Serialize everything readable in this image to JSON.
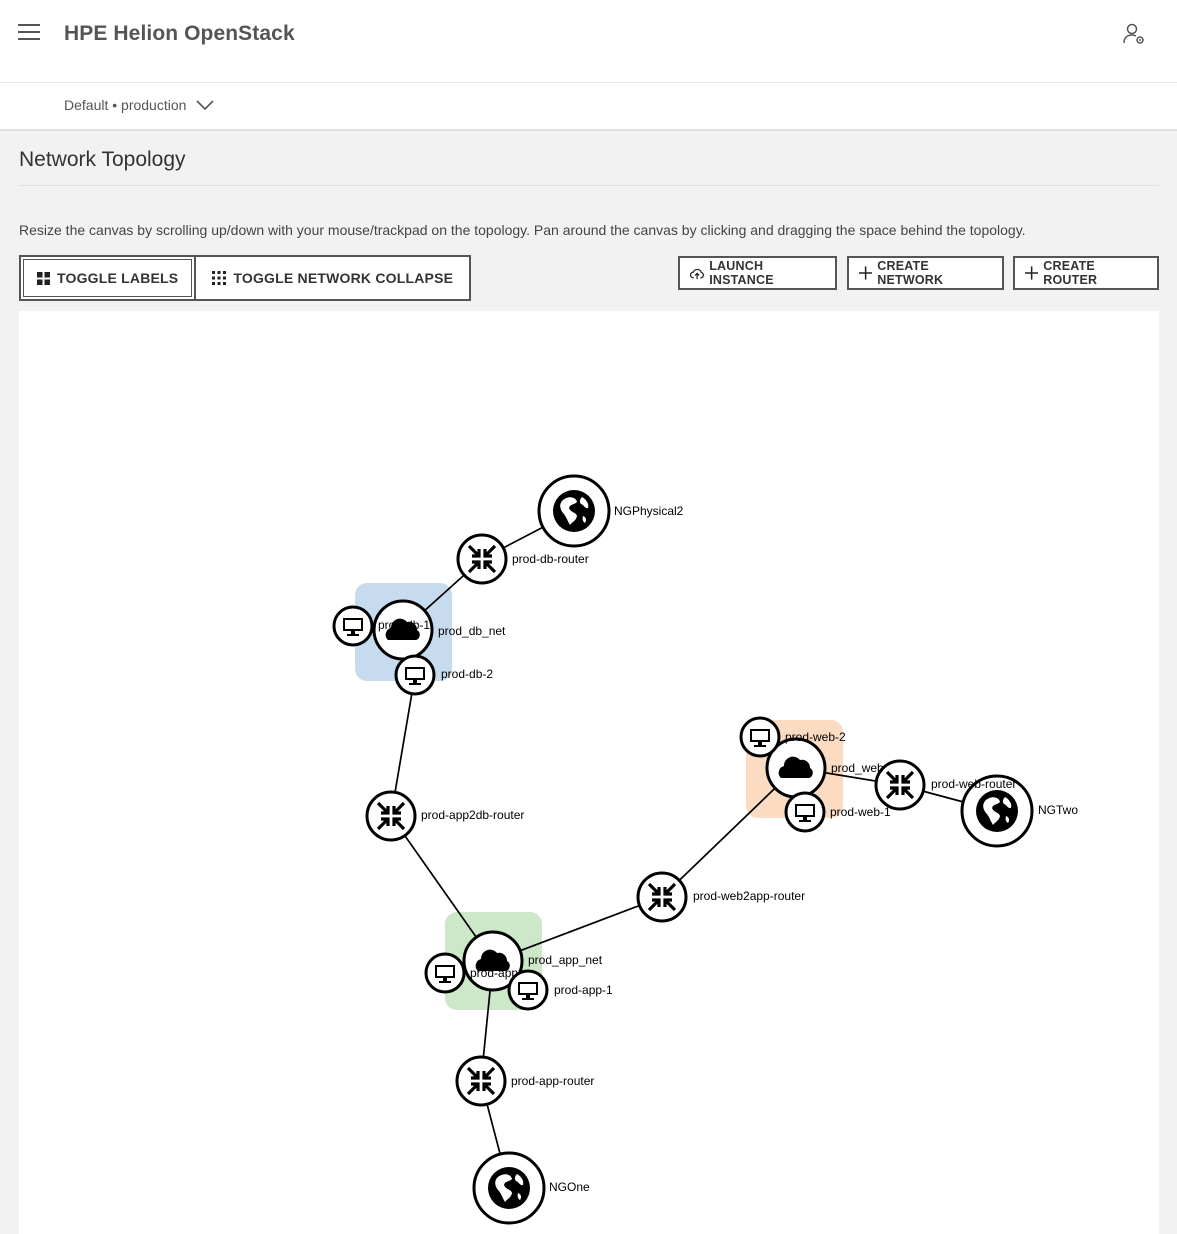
{
  "app": {
    "title": "HPE Helion OpenStack",
    "menu_icon": "hamburger-icon",
    "user_icon": "user-settings-icon"
  },
  "project": {
    "selected": "Default • production"
  },
  "page": {
    "title": "Network Topology",
    "help": "Resize the canvas by scrolling up/down with your mouse/trackpad on the topology. Pan around the canvas by clicking and dragging the space behind the topology."
  },
  "toolbar": {
    "toggle_labels": "TOGGLE LABELS",
    "toggle_collapse": "TOGGLE NETWORK COLLAPSE",
    "launch_instance": "LAUNCH INSTANCE",
    "create_network": "CREATE NETWORK",
    "create_router": "CREATE ROUTER"
  },
  "topology": {
    "external_networks": {
      "ngphysical2": "NGPhysical2",
      "ngtwo": "NGTwo",
      "ngone": "NGOne"
    },
    "routers": {
      "db": "prod-db-router",
      "app2db": "prod-app2db-router",
      "web2app": "prod-web2app-router",
      "web": "prod-web-router",
      "app": "prod-app-router"
    },
    "networks": {
      "db": {
        "name": "prod_db_net",
        "color": "#c6dcee"
      },
      "web": {
        "name": "prod_web",
        "color": "#fbdcc2"
      },
      "app": {
        "name": "prod_app_net",
        "color": "#cde8c8"
      }
    },
    "instances": {
      "db1": "prod-db-1",
      "db2": "prod-db-2",
      "web1": "prod-web-1",
      "web2": "prod-web-2",
      "app1": "prod-app-1",
      "app2": "prod-app"
    }
  }
}
